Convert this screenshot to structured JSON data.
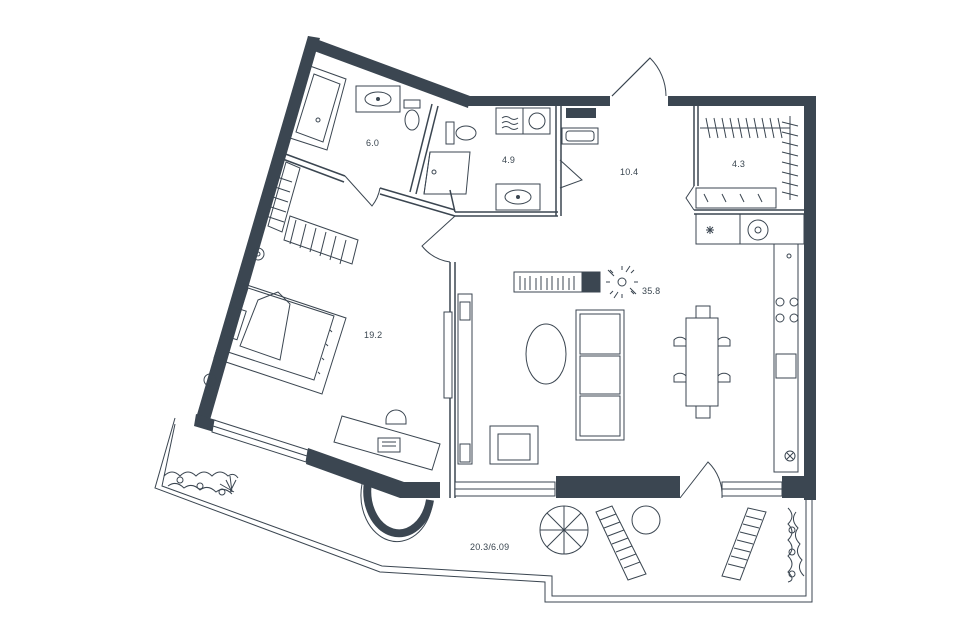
{
  "plan": {
    "wall_color": "#3b4651",
    "line_color": "#3b4651",
    "rooms": [
      {
        "id": "bathroom",
        "area": "6.0"
      },
      {
        "id": "wc",
        "area": "4.9"
      },
      {
        "id": "hallway",
        "area": "10.4"
      },
      {
        "id": "wardrobe",
        "area": "4.3"
      },
      {
        "id": "living",
        "area": "35.8"
      },
      {
        "id": "bedroom",
        "area": "19.2"
      },
      {
        "id": "terrace",
        "area": "20.3/6.09"
      }
    ],
    "icons": [
      "bathtub-icon",
      "sink-icon",
      "toilet-icon",
      "washing-machine-icon",
      "bed-icon",
      "sofa-icon",
      "dining-table-icon",
      "armchair-icon",
      "plant-icon",
      "umbrella-icon",
      "sunbed-icon",
      "kitchen-counter-icon",
      "door-icon",
      "window-icon"
    ]
  }
}
